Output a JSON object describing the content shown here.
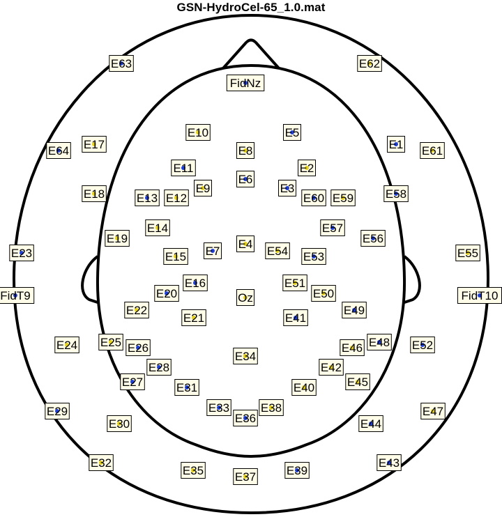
{
  "title": "GSN-HydroCel-65_1.0.mat",
  "colors": {
    "outline": "#000000",
    "label_box_fill": "#fffde7",
    "dot": "#1f3fd6",
    "dot_alt": "#e6d21a"
  },
  "electrodes": [
    {
      "name": "E63"
    },
    {
      "name": "E62"
    },
    {
      "name": "FidNz"
    },
    {
      "name": "E10"
    },
    {
      "name": "E5"
    },
    {
      "name": "E17"
    },
    {
      "name": "E64"
    },
    {
      "name": "E8"
    },
    {
      "name": "E1"
    },
    {
      "name": "E61"
    },
    {
      "name": "E11"
    },
    {
      "name": "E2"
    },
    {
      "name": "E6"
    },
    {
      "name": "E9"
    },
    {
      "name": "E3"
    },
    {
      "name": "E18"
    },
    {
      "name": "E13"
    },
    {
      "name": "E12"
    },
    {
      "name": "E60"
    },
    {
      "name": "E59"
    },
    {
      "name": "E58"
    },
    {
      "name": "E14"
    },
    {
      "name": "E57"
    },
    {
      "name": "E19"
    },
    {
      "name": "E56"
    },
    {
      "name": "E4"
    },
    {
      "name": "E7"
    },
    {
      "name": "E54"
    },
    {
      "name": "E23"
    },
    {
      "name": "E15"
    },
    {
      "name": "E53"
    },
    {
      "name": "E55"
    },
    {
      "name": "E16"
    },
    {
      "name": "E51"
    },
    {
      "name": "E20"
    },
    {
      "name": "E50"
    },
    {
      "name": "FidT9"
    },
    {
      "name": "Oz"
    },
    {
      "name": "FidT10"
    },
    {
      "name": "E22"
    },
    {
      "name": "E49"
    },
    {
      "name": "E21"
    },
    {
      "name": "E41"
    },
    {
      "name": "E25"
    },
    {
      "name": "E48"
    },
    {
      "name": "E24"
    },
    {
      "name": "E26"
    },
    {
      "name": "E46"
    },
    {
      "name": "E52"
    },
    {
      "name": "E34"
    },
    {
      "name": "E28"
    },
    {
      "name": "E42"
    },
    {
      "name": "E27"
    },
    {
      "name": "E45"
    },
    {
      "name": "E31"
    },
    {
      "name": "E40"
    },
    {
      "name": "E33"
    },
    {
      "name": "E38"
    },
    {
      "name": "E29"
    },
    {
      "name": "E47"
    },
    {
      "name": "E36"
    },
    {
      "name": "E30"
    },
    {
      "name": "E44"
    },
    {
      "name": "E32"
    },
    {
      "name": "E43"
    },
    {
      "name": "E35"
    },
    {
      "name": "E39"
    },
    {
      "name": "E37"
    }
  ]
}
